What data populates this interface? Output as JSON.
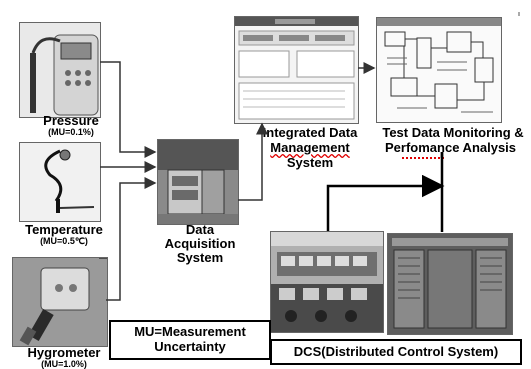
{
  "sensors": {
    "pressure": {
      "name": "Pressure",
      "mu": "(MU=0.1%)"
    },
    "temperature": {
      "name": "Temperature",
      "mu": "(MU=0.5℃)"
    },
    "hygrometer": {
      "name": "Hygrometer",
      "mu": "(MU=1.0%)"
    }
  },
  "das": {
    "line1": "Data",
    "line2": "Acquisition",
    "line3": "System"
  },
  "idms": {
    "line1": "Integrated Data",
    "line2": "Management",
    "line3": "System"
  },
  "monitoring": {
    "line1": "Test Data Monitoring &",
    "line2": "Perfomance Analysis"
  },
  "legend": {
    "line1": "MU=Measurement",
    "line2": "Uncertainty"
  },
  "dcs": {
    "label": "DCS(Distributed Control System)"
  },
  "colors": {
    "arrow": "#333333",
    "spellcheck": "#e00000"
  }
}
